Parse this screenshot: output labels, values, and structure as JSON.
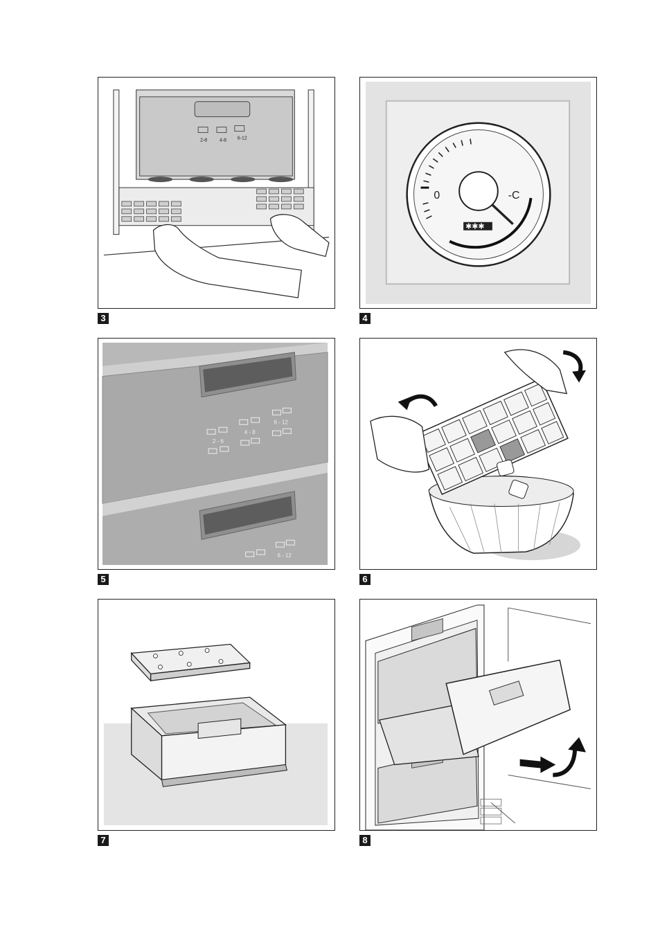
{
  "figures": [
    {
      "number": "3",
      "panel_labels": [
        "2-8",
        "4-8",
        "6-12"
      ]
    },
    {
      "number": "4",
      "dial": {
        "zero_label": "0",
        "minus_label": "-C"
      }
    },
    {
      "number": "5",
      "panel_labels": [
        "2 - 6",
        "4 - 8",
        "6 - 12",
        "6 - 12"
      ]
    },
    {
      "number": "6"
    },
    {
      "number": "7"
    },
    {
      "number": "8"
    }
  ]
}
